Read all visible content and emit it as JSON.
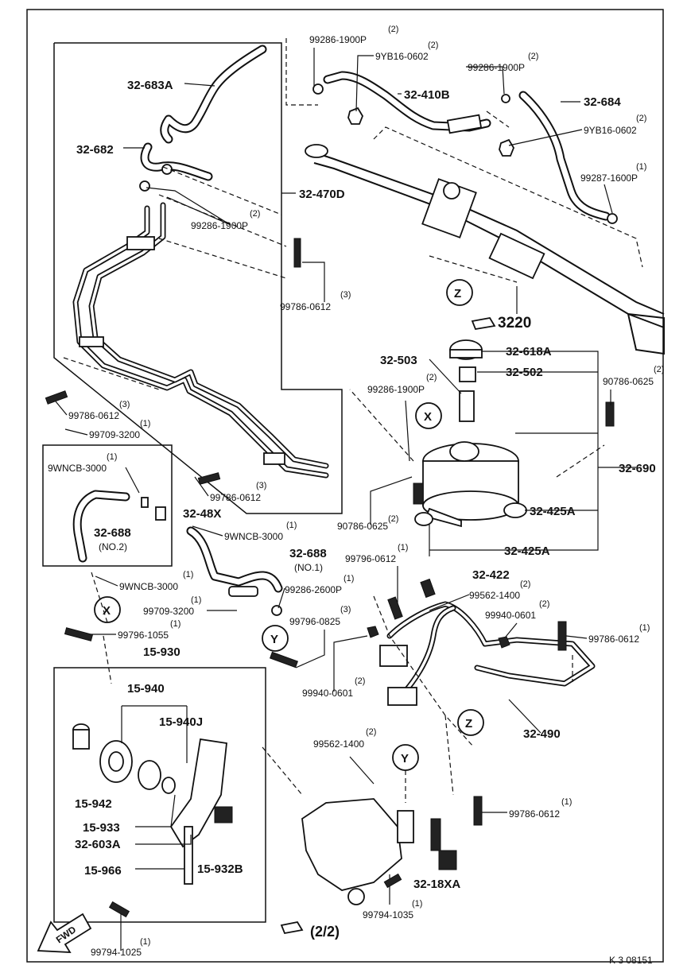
{
  "labels": {
    "p32_683A": "32-683A",
    "p32_682": "32-682",
    "p32_470D": "32-470D",
    "p32_410B": "32-410B",
    "p32_684": "32-684",
    "p3220": "3220",
    "p32_618A": "32-618A",
    "p32_503": "32-503",
    "p32_502": "32-502",
    "p32_690": "32-690",
    "p32_425A_a": "32-425A",
    "p32_425A_b": "32-425A",
    "p32_48X": "32-48X",
    "p32_688_a": "32-688",
    "no2": "(NO.2)",
    "p32_688_b": "32-688",
    "no1": "(NO.1)",
    "p32_422": "32-422",
    "p32_490": "32-490",
    "p15_930": "15-930",
    "p15_940": "15-940",
    "p15_940J": "15-940J",
    "p15_942": "15-942",
    "p15_933": "15-933",
    "p32_603A": "32-603A",
    "p15_966": "15-966",
    "p15_932B": "15-932B",
    "p32_18XA": "32-18XA",
    "ref22": "(2/2)",
    "fwd": "FWD"
  },
  "small_labels": {
    "s99286_1900P_a": "99286-1900P",
    "s9YB16_0602_a": "9YB16-0602",
    "s99286_1900P_b": "99286-1900P",
    "s9YB16_0602_b": "9YB16-0602",
    "s99287_1600P": "99287-1600P",
    "s99286_1900P_c": "99286-1900P",
    "s99786_0612_a": "99786-0612",
    "s99286_1900P_d": "99286-1900P",
    "s90786_0625_a": "90786-0625",
    "s99786_0612_b": "99786-0612",
    "s99709_3200_a": "99709-3200",
    "s9WNCB_3000_a": "9WNCB-3000",
    "s99786_0612_c": "99786-0612",
    "s90786_0625_b": "90786-0625",
    "s9WNCB_3000_b": "9WNCB-3000",
    "s99796_0612": "99796-0612",
    "s9WNCB_3000_c": "9WNCB-3000",
    "s99286_2600P": "99286-2600P",
    "s99709_3200_b": "99709-3200",
    "s99562_1400_a": "99562-1400",
    "s99940_0601_a": "99940-0601",
    "s99796_0825": "99796-0825",
    "s99796_1055": "99796-1055",
    "s99786_0612_d": "99786-0612",
    "s99940_0601_b": "99940-0601",
    "s99562_1400_b": "99562-1400",
    "s99786_0612_e": "99786-0612",
    "s99794_1035": "99794-1035",
    "s99794_1025": "99794-1025"
  },
  "quantities": {
    "q1": "(2)",
    "q2": "(2)",
    "q3": "(2)",
    "q4": "(2)",
    "q5": "(1)",
    "q6": "(2)",
    "q7": "(3)",
    "q8": "(2)",
    "q9": "(2)",
    "q10": "(3)",
    "q11": "(1)",
    "q12": "(1)",
    "q13": "(3)",
    "q14": "(2)",
    "q15": "(1)",
    "q16": "(1)",
    "q17": "(1)",
    "q18": "(1)",
    "q19": "(1)",
    "q20": "(2)",
    "q21": "(2)",
    "q22": "(3)",
    "q23": "(1)",
    "q24": "(1)",
    "q25": "(2)",
    "q26": "(2)",
    "q27": "(1)",
    "q28": "(1)",
    "q29": "(1)"
  },
  "callouts": {
    "x1": "X",
    "x2": "X",
    "y1": "Y",
    "y2": "Y",
    "z1": "Z",
    "z2": "Z"
  },
  "footer": "K 3 08151"
}
